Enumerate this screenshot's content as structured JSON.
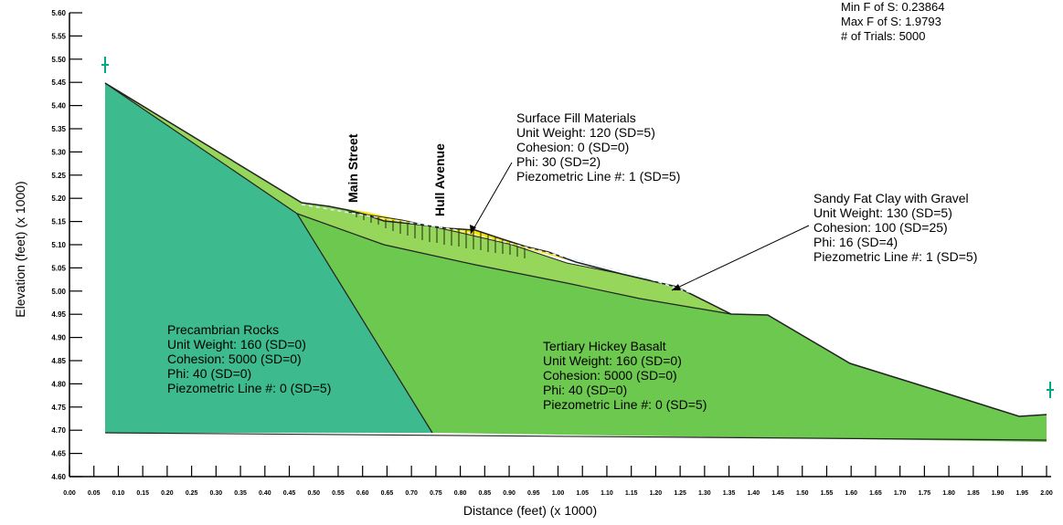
{
  "stats": {
    "min_fos": "Min F of S: 0.23864",
    "max_fos": "Max F of S: 1.9793",
    "trials": "# of Trials: 5000"
  },
  "axes": {
    "xlabel": "Distance (feet) (x  1000)",
    "ylabel": "Elevation (feet) (x  1000)",
    "x_ticks": [
      "0.00",
      "0.05",
      "0.10",
      "0.15",
      "0.20",
      "0.25",
      "0.30",
      "0.35",
      "0.40",
      "0.45",
      "0.50",
      "0.55",
      "0.60",
      "0.65",
      "0.70",
      "0.75",
      "0.80",
      "0.85",
      "0.90",
      "0.95",
      "1.00",
      "1.05",
      "1.10",
      "1.15",
      "1.20",
      "1.25",
      "1.30",
      "1.35",
      "1.40",
      "1.45",
      "1.50",
      "1.55",
      "1.60",
      "1.65",
      "1.70",
      "1.75",
      "1.80",
      "1.85",
      "1.90",
      "1.95",
      "2.00"
    ],
    "y_ticks": [
      "4.60",
      "4.65",
      "4.70",
      "4.75",
      "4.80",
      "4.85",
      "4.90",
      "4.95",
      "5.00",
      "5.05",
      "5.10",
      "5.15",
      "5.20",
      "5.25",
      "5.30",
      "5.35",
      "5.40",
      "5.45",
      "5.50",
      "5.55",
      "5.60"
    ]
  },
  "streets": {
    "main": "Main Street",
    "hull": "Hull Avenue"
  },
  "materials": {
    "surface_fill": {
      "name": "Surface Fill Materials",
      "unit_weight": "Unit Weight: 120  (SD=5)",
      "cohesion": "Cohesion: 0  (SD=0)",
      "phi": "Phi: 30  (SD=2)",
      "piezo": "Piezometric Line #: 1  (SD=5)",
      "color": "#f5e400"
    },
    "sandy_clay": {
      "name": "Sandy Fat Clay with Gravel",
      "unit_weight": "Unit Weight: 130  (SD=5)",
      "cohesion": "Cohesion: 100  (SD=25)",
      "phi": "Phi: 16  (SD=4)",
      "piezo": "Piezometric Line #: 1  (SD=5)",
      "color": "#8fd14f"
    },
    "precambrian": {
      "name": "Precambrian Rocks",
      "unit_weight": "Unit Weight: 160  (SD=0)",
      "cohesion": "Cohesion: 5000  (SD=0)",
      "phi": "Phi: 40  (SD=0)",
      "piezo": "Piezometric Line #: 0  (SD=5)",
      "color": "#3dbb8f"
    },
    "basalt": {
      "name": "Tertiary Hickey Basalt",
      "unit_weight": "Unit Weight: 160  (SD=0)",
      "cohesion": "Cohesion: 5000  (SD=0)",
      "phi": "Phi: 40  (SD=0)",
      "piezo": "Piezometric Line #: 0  (SD=5)",
      "color": "#6cc84e"
    }
  }
}
